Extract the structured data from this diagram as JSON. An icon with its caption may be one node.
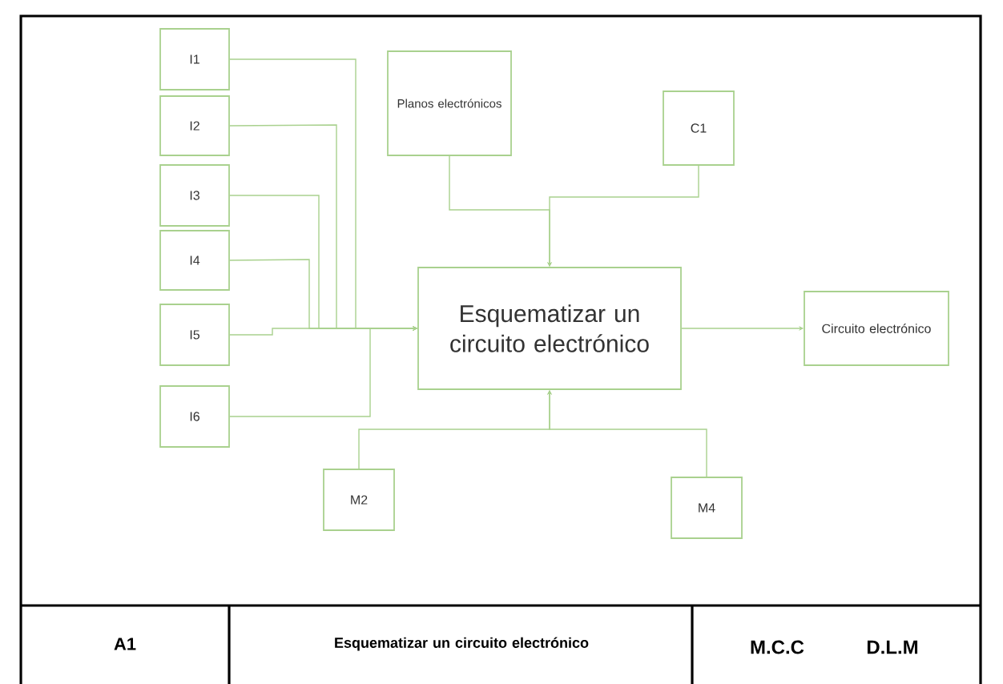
{
  "diagram": {
    "nodes": [
      {
        "text": [
          "I1"
        ]
      },
      {
        "text": [
          "I2"
        ]
      },
      {
        "text": [
          "I3"
        ]
      },
      {
        "text": [
          "I4"
        ]
      },
      {
        "text": [
          "I5"
        ]
      },
      {
        "text": [
          "I6"
        ]
      },
      {
        "text": [
          "Planos electrónicos"
        ]
      },
      {
        "text": [
          "C1"
        ]
      },
      {
        "text": [
          "Esquematizar un circuito electrónico"
        ]
      },
      {
        "text": [
          "Circuito electrónico"
        ]
      },
      {
        "text": [
          "M2"
        ]
      },
      {
        "text": [
          "M4"
        ]
      }
    ],
    "edges": [
      {
        "from": 0,
        "to": 8,
        "arrow": "to"
      },
      {
        "from": 1,
        "to": 8,
        "arrow": "to"
      },
      {
        "from": 2,
        "to": 8,
        "arrow": "to"
      },
      {
        "from": 3,
        "to": 8,
        "arrow": "to"
      },
      {
        "from": 4,
        "to": 8,
        "arrow": "to"
      },
      {
        "from": 5,
        "to": 8,
        "arrow": "to"
      },
      {
        "from": 6,
        "to": 8,
        "arrow": "to"
      },
      {
        "from": 7,
        "to": 8,
        "arrow": "to"
      },
      {
        "from": 8,
        "to": 9,
        "arrow": "to"
      },
      {
        "from": 10,
        "to": 8,
        "arrow": "to"
      },
      {
        "from": 11,
        "to": 8,
        "arrow": "to"
      }
    ],
    "labels": [
      "A1",
      "Esquematizar un circuito electrónico",
      "M.C.C",
      "D.L.M"
    ]
  }
}
